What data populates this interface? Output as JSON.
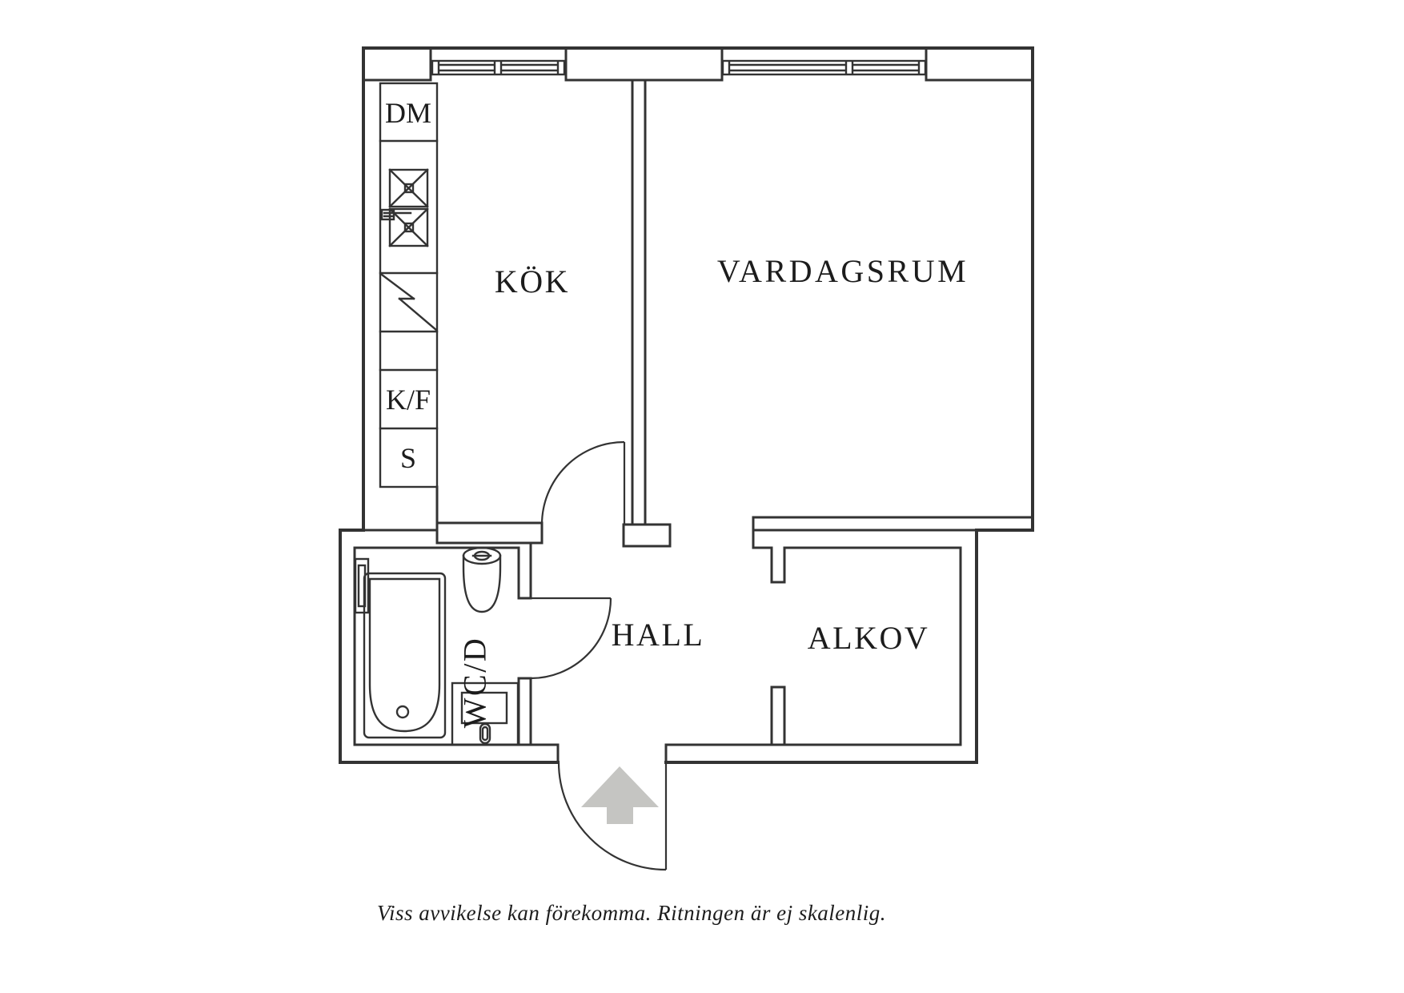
{
  "floorplan": {
    "rooms": {
      "kitchen": "KÖK",
      "living_room": "VARDAGSRUM",
      "hall": "HALL",
      "alcove": "ALKOV",
      "bathroom": "WC/D"
    },
    "appliances": {
      "dishwasher": "DM",
      "fridge_freezer": "K/F",
      "pantry": "S"
    },
    "caption": "Viss avvikelse kan förekomma. Ritningen är ej skalenlig.",
    "colors": {
      "background": "#ffffff",
      "line": "#333333",
      "arrow": "#c5c5c2",
      "text": "#1c1c1c"
    }
  }
}
